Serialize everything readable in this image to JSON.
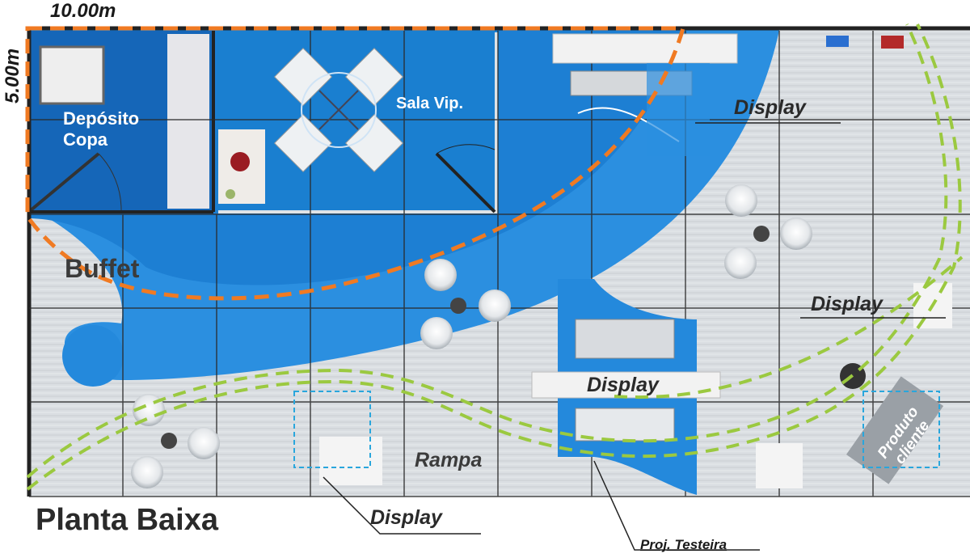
{
  "dimensions": {
    "width_label": "10.00m",
    "depth_label": "5.00m"
  },
  "areas": {
    "deposito": [
      "Depósito",
      "Copa"
    ],
    "sala_vip": "Sala Vip.",
    "buffet": "Buffet",
    "rampa": "Rampa",
    "produto": [
      "Produto",
      "cliente"
    ]
  },
  "displays": [
    "Display",
    "Display",
    "Display",
    "Display"
  ],
  "footer": {
    "title": "Planta Baixa",
    "note": "Proj. Testeira"
  },
  "colors": {
    "floor": "#d9dde0",
    "blue_dark": "#1565b8",
    "blue_mid": "#1e88d8",
    "blue_light": "#3aa0ea",
    "orange_dashed": "#f07a22",
    "green_dashed": "#9bc940",
    "grid": "#2b2b2b"
  },
  "icons": [
    "table-with-chairs-icon",
    "display-counter-icon",
    "product-pedestal-icon"
  ]
}
